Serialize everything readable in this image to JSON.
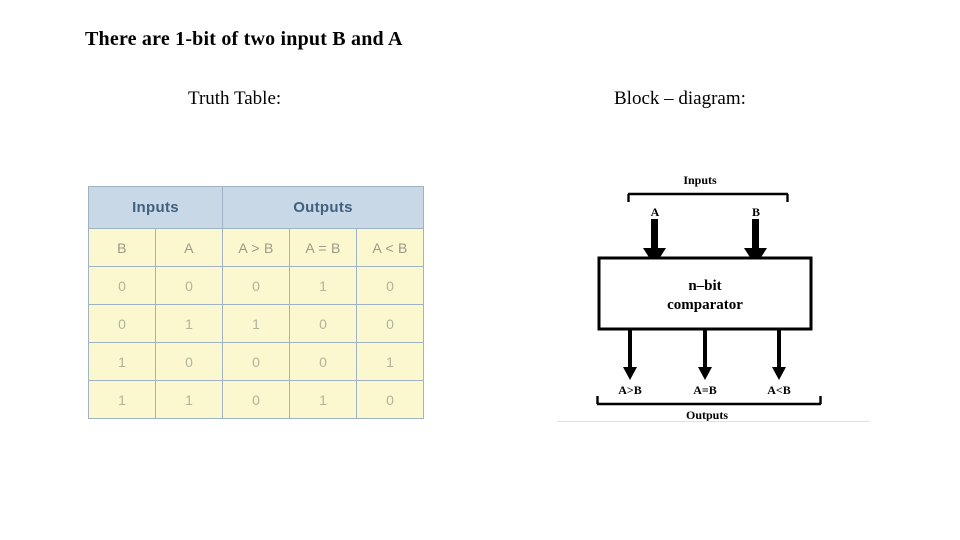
{
  "slide": {
    "title": "There are 1-bit of two input B and A",
    "headings": {
      "truth_table": "Truth Table:",
      "block_diagram": "Block – diagram:"
    }
  },
  "truth_table": {
    "group_headers": [
      "Inputs",
      "Outputs"
    ],
    "columns": [
      "B",
      "A",
      "A > B",
      "A = B",
      "A < B"
    ],
    "rows": [
      [
        "0",
        "0",
        "0",
        "1",
        "0"
      ],
      [
        "0",
        "1",
        "1",
        "0",
        "0"
      ],
      [
        "1",
        "0",
        "0",
        "0",
        "1"
      ],
      [
        "1",
        "1",
        "0",
        "1",
        "0"
      ]
    ],
    "colors": {
      "group_header_bg": "#c9d8e6",
      "group_header_text": "#40617f",
      "cell_bg": "#fbf8cf",
      "subheader_text": "#9a9a86",
      "cell_text": "#b3b39b",
      "border": "#9fb3c4"
    }
  },
  "block_diagram": {
    "input_bracket_label": "Inputs",
    "input_labels": [
      "A",
      "B"
    ],
    "box_text_line1": "n–bit",
    "box_text_line2": "comparator",
    "output_labels": [
      "A>B",
      "A=B",
      "A<B"
    ],
    "output_bracket_label": "Outputs",
    "colors": {
      "stroke": "#000000",
      "fill": "#ffffff"
    }
  }
}
